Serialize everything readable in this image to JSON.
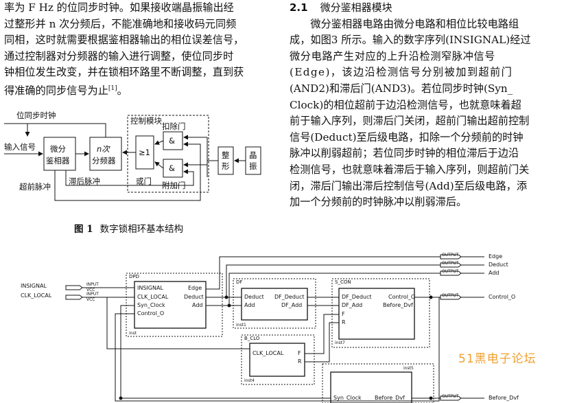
{
  "left_text": {
    "lines": [
      "率为 F Hz 的位同步时钟。如果接收端晶振输出经",
      "过整形并 n 次分频后，不能准确地和接收码元同频",
      "同相，这时就需要根据鉴相器输出的相位误差信号，",
      "通过控制器对分频器的输入进行调整，使位同步时",
      "钟相位发生改变，并在锁相环路里不断调整，直到获",
      "得准确的同步信号为止"
    ],
    "citation": "[1]",
    "end_punct": "。"
  },
  "fig1": {
    "labels": {
      "bit_sync_clock": "位同步时钟",
      "input_signal": "输入信号",
      "phase_detector_1": "微分",
      "phase_detector_2": "鉴相器",
      "divider_1": "n次",
      "divider_2": "分频器",
      "control_module": "控制模块",
      "deduct_gate": "扣除门",
      "and1": "&",
      "and2": "&",
      "or_gate_sym": "≥1",
      "or_gate": "或门",
      "add_gate": "附加门",
      "shaper_1": "整",
      "shaper_2": "形",
      "crystal_1": "晶",
      "crystal_2": "振",
      "lead_pulse": "超前脉冲",
      "lag_pulse": "滞后脉冲"
    },
    "caption_num": "图 1",
    "caption_text": "数字锁相环基本结构"
  },
  "right_text": {
    "section_num": "2.1",
    "section_title": "微分鉴相器模块",
    "lines": [
      "微分鉴相器电路由微分电路和相位比较电路组",
      "成，如图3 所示。输入的数字序列(INSIGNAL)经过",
      "微分电路产生对应的上升沿检测窄脉冲信号",
      "(Edge)，该边沿检测信号分别被加到超前门",
      "(AND2)和滞后门(AND3)。若位同步时钟(Syn_",
      "Clock)的相位超前于边沿检测信号，也就意味着超",
      "前于输入序列，则滞后门关闭，超前门输出超前控制",
      "信号(Deduct)至后级电路，扣除一个分频前的时钟",
      "脉冲以削弱超前；若位同步时钟的相位滞后于边沿",
      "检测信号，也就意味着滞后于输入序列，则超前门关",
      "闭，滞后门输出滞后控制信号(Add)至后级电路，添",
      "加一个分频前的时钟脉冲以削弱滞后。"
    ]
  },
  "schematic": {
    "inputs": {
      "insignal": "INSIGNAL",
      "clk_local": "CLK_LOCAL",
      "pin_label": "INPUT",
      "vcc_label": "VCC"
    },
    "outputs": {
      "pin_label": "OUTPUT",
      "edge": "Edge",
      "deduct": "Deduct",
      "add": "Add",
      "control_o": "Control_O",
      "before_dvf": "Before_Dvf"
    },
    "dpd": {
      "name": "DPD",
      "ports_in": [
        "INSIGNAL",
        "CLK_LOCAL",
        "Syn_Clock",
        "Control_O"
      ],
      "ports_out": [
        "Edge",
        "Deduct",
        "Add"
      ],
      "inst": "inst"
    },
    "df": {
      "name": "DF",
      "ports_in": [
        "Deduct",
        "Add"
      ],
      "ports_out": [
        "DF_Deduct",
        "DF_Add"
      ],
      "inst": "inst1"
    },
    "s_con": {
      "name": "S_CON",
      "ports_in": [
        "DF_Deduct",
        "DF_Add",
        "F",
        "R"
      ],
      "ports_out": [
        "Control_O",
        "Before_Dvf"
      ],
      "inst": "inst7"
    },
    "b_clo": {
      "name": "B_CLO",
      "ports_in": [
        "CLK_LOCAL"
      ],
      "ports_out": [
        "F",
        "R"
      ],
      "inst": "inst4"
    },
    "inst5": {
      "inst": "inst5",
      "ports_in": [
        "Syn_Clock"
      ],
      "ports_out": [
        "Before_Dvf"
      ]
    }
  },
  "watermark": "51黑电子论坛"
}
